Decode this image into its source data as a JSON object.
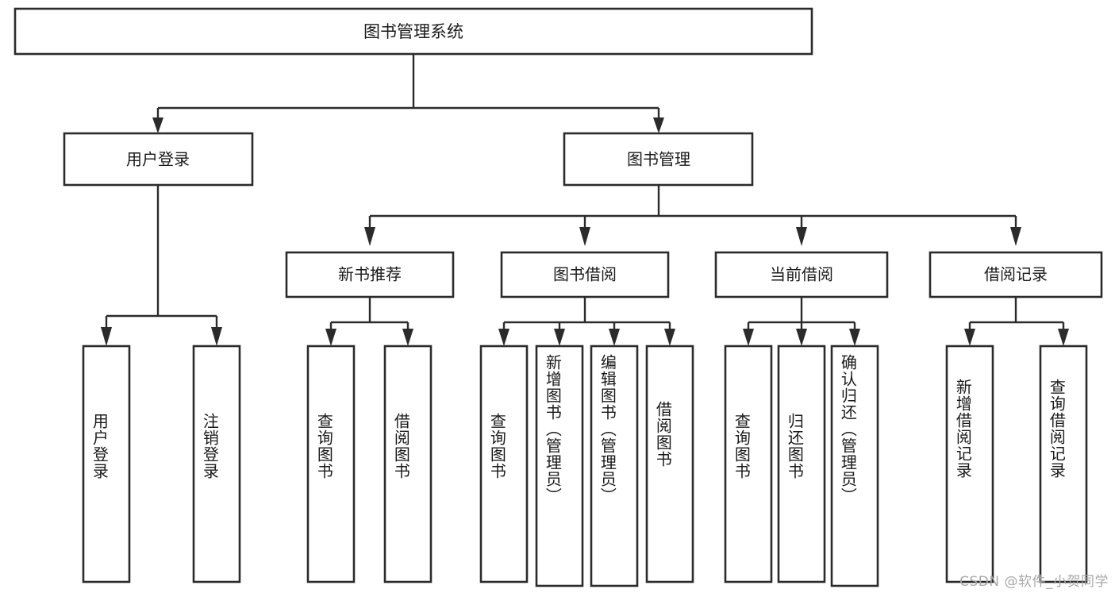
{
  "diagram": {
    "type": "tree",
    "title": "图书管理系统",
    "watermark": "CSDN @软件_小贺同学",
    "colors": {
      "box_stroke": "#2b2b2b",
      "box_fill": "#ffffff",
      "text": "#1a1a1a",
      "connector": "#2b2b2b",
      "watermark": "#a8a8a8",
      "background": "#ffffff"
    },
    "root": {
      "label": "图书管理系统"
    },
    "level2": [
      {
        "label": "用户登录"
      },
      {
        "label": "图书管理"
      }
    ],
    "level3": [
      {
        "label": "新书推荐"
      },
      {
        "label": "图书借阅"
      },
      {
        "label": "当前借阅"
      },
      {
        "label": "借阅记录"
      }
    ],
    "leaves": {
      "user_login": [
        {
          "label": "用户登录"
        },
        {
          "label": "注销登录"
        }
      ],
      "new_book_recommend": [
        {
          "label": "查询图书"
        },
        {
          "label": "借阅图书"
        }
      ],
      "book_borrow": [
        {
          "label": "查询图书"
        },
        {
          "label": "新增图书（管理员）"
        },
        {
          "label": "编辑图书（管理员）"
        },
        {
          "label": "借阅图书"
        }
      ],
      "current_borrow": [
        {
          "label": "查询图书"
        },
        {
          "label": "归还图书"
        },
        {
          "label": "确认归还（管理员）"
        }
      ],
      "borrow_record": [
        {
          "label": "新增借阅记录"
        },
        {
          "label": "查询借阅记录"
        }
      ]
    },
    "edges": [
      {
        "from": "图书管理系统",
        "to": "用户登录"
      },
      {
        "from": "图书管理系统",
        "to": "图书管理"
      },
      {
        "from": "用户登录",
        "to": "用户登录"
      },
      {
        "from": "用户登录",
        "to": "注销登录"
      },
      {
        "from": "图书管理",
        "to": "新书推荐"
      },
      {
        "from": "图书管理",
        "to": "图书借阅"
      },
      {
        "from": "图书管理",
        "to": "当前借阅"
      },
      {
        "from": "图书管理",
        "to": "借阅记录"
      },
      {
        "from": "新书推荐",
        "to": "查询图书"
      },
      {
        "from": "新书推荐",
        "to": "借阅图书"
      },
      {
        "from": "图书借阅",
        "to": "查询图书"
      },
      {
        "from": "图书借阅",
        "to": "新增图书（管理员）"
      },
      {
        "from": "图书借阅",
        "to": "编辑图书（管理员）"
      },
      {
        "from": "图书借阅",
        "to": "借阅图书"
      },
      {
        "from": "当前借阅",
        "to": "查询图书"
      },
      {
        "from": "当前借阅",
        "to": "归还图书"
      },
      {
        "from": "当前借阅",
        "to": "确认归还（管理员）"
      },
      {
        "from": "借阅记录",
        "to": "新增借阅记录"
      },
      {
        "from": "借阅记录",
        "to": "查询借阅记录"
      }
    ]
  }
}
